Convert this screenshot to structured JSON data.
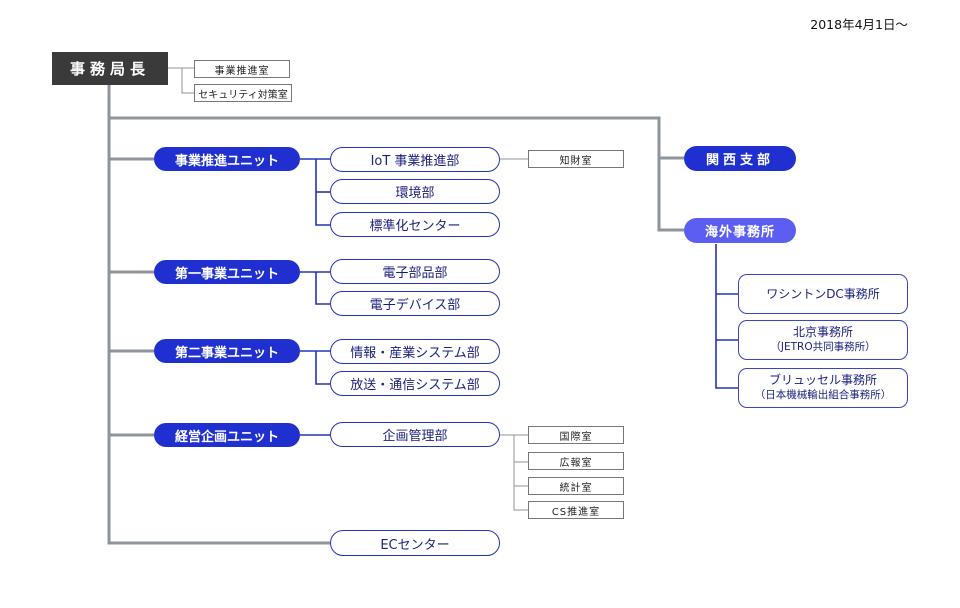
{
  "date": "2018年4月1日〜",
  "head": {
    "label": "事務局長"
  },
  "head_rooms": [
    "事業推進室",
    "セキュリティ対策室"
  ],
  "units": [
    {
      "label": "事業推進ユニット",
      "depts": [
        "IoT 事業推進部",
        "環境部",
        "標準化センター"
      ],
      "dept_room": "知財室"
    },
    {
      "label": "第一事業ユニット",
      "depts": [
        "電子部品部",
        "電子デバイス部"
      ]
    },
    {
      "label": "第二事業ユニット",
      "depts": [
        "情報・産業システム部",
        "放送・通信システム部"
      ]
    },
    {
      "label": "経営企画ユニット",
      "depts": [
        "企画管理部"
      ],
      "rooms": [
        "国際室",
        "広報室",
        "統計室",
        "CS推進室"
      ]
    }
  ],
  "ec_center": "ECセンター",
  "kansai": "関西支部",
  "overseas": {
    "label": "海外事務所",
    "offices": [
      {
        "name": "ワシントンDC事務所",
        "sub": ""
      },
      {
        "name": "北京事務所",
        "sub": "（JETRO共同事務所）"
      },
      {
        "name": "ブリュッセル事務所",
        "sub": "（日本機械輸出組合事務所）"
      }
    ]
  },
  "colors": {
    "line": "#8e9499",
    "unit": "#1f2fd0",
    "overseas": "#5b5ef0",
    "dept_border": "#2233b8",
    "head": "#3a3a3a"
  }
}
